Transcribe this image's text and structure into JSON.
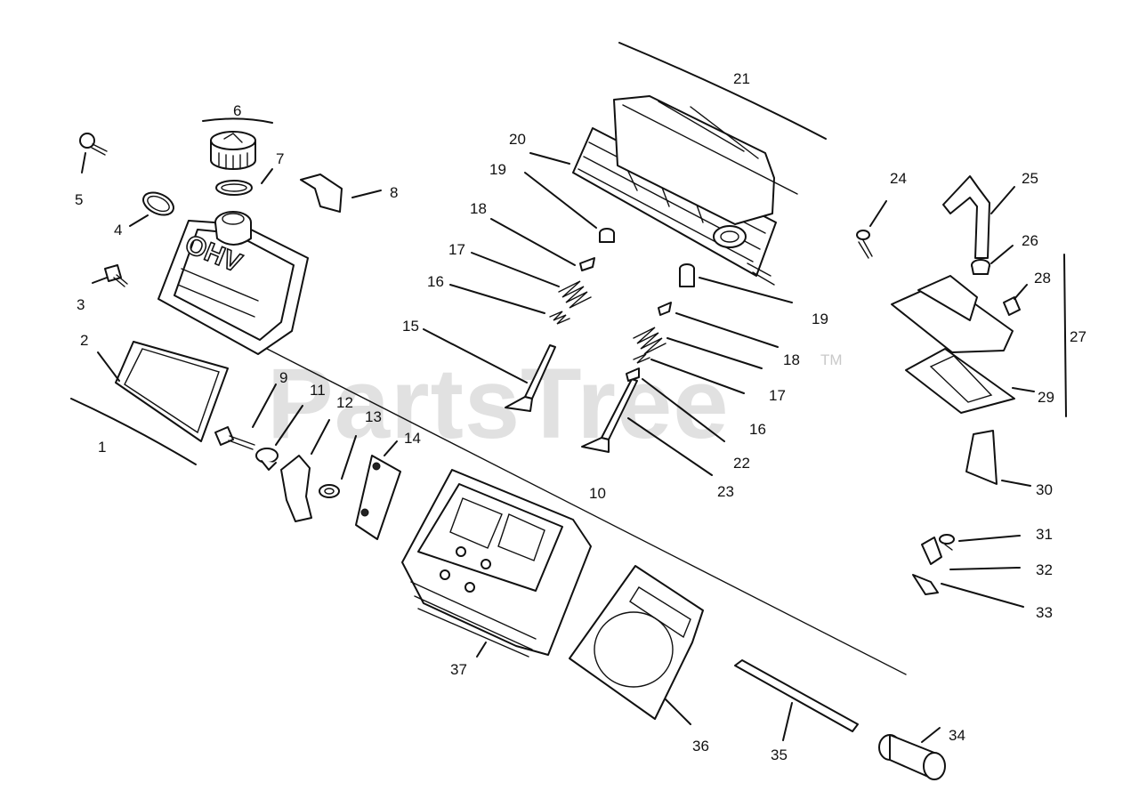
{
  "watermark": {
    "text": "PartsTree",
    "trademark": "TM"
  },
  "embossed_text": "OHV",
  "callouts": [
    "1",
    "2",
    "3",
    "4",
    "5",
    "6",
    "7",
    "8",
    "9",
    "10",
    "11",
    "12",
    "13",
    "14",
    "15",
    "16",
    "16",
    "17",
    "17",
    "18",
    "18",
    "19",
    "19",
    "20",
    "21",
    "22",
    "23",
    "24",
    "25",
    "26",
    "27",
    "28",
    "29",
    "30",
    "31",
    "32",
    "33",
    "34",
    "35",
    "36",
    "37"
  ]
}
